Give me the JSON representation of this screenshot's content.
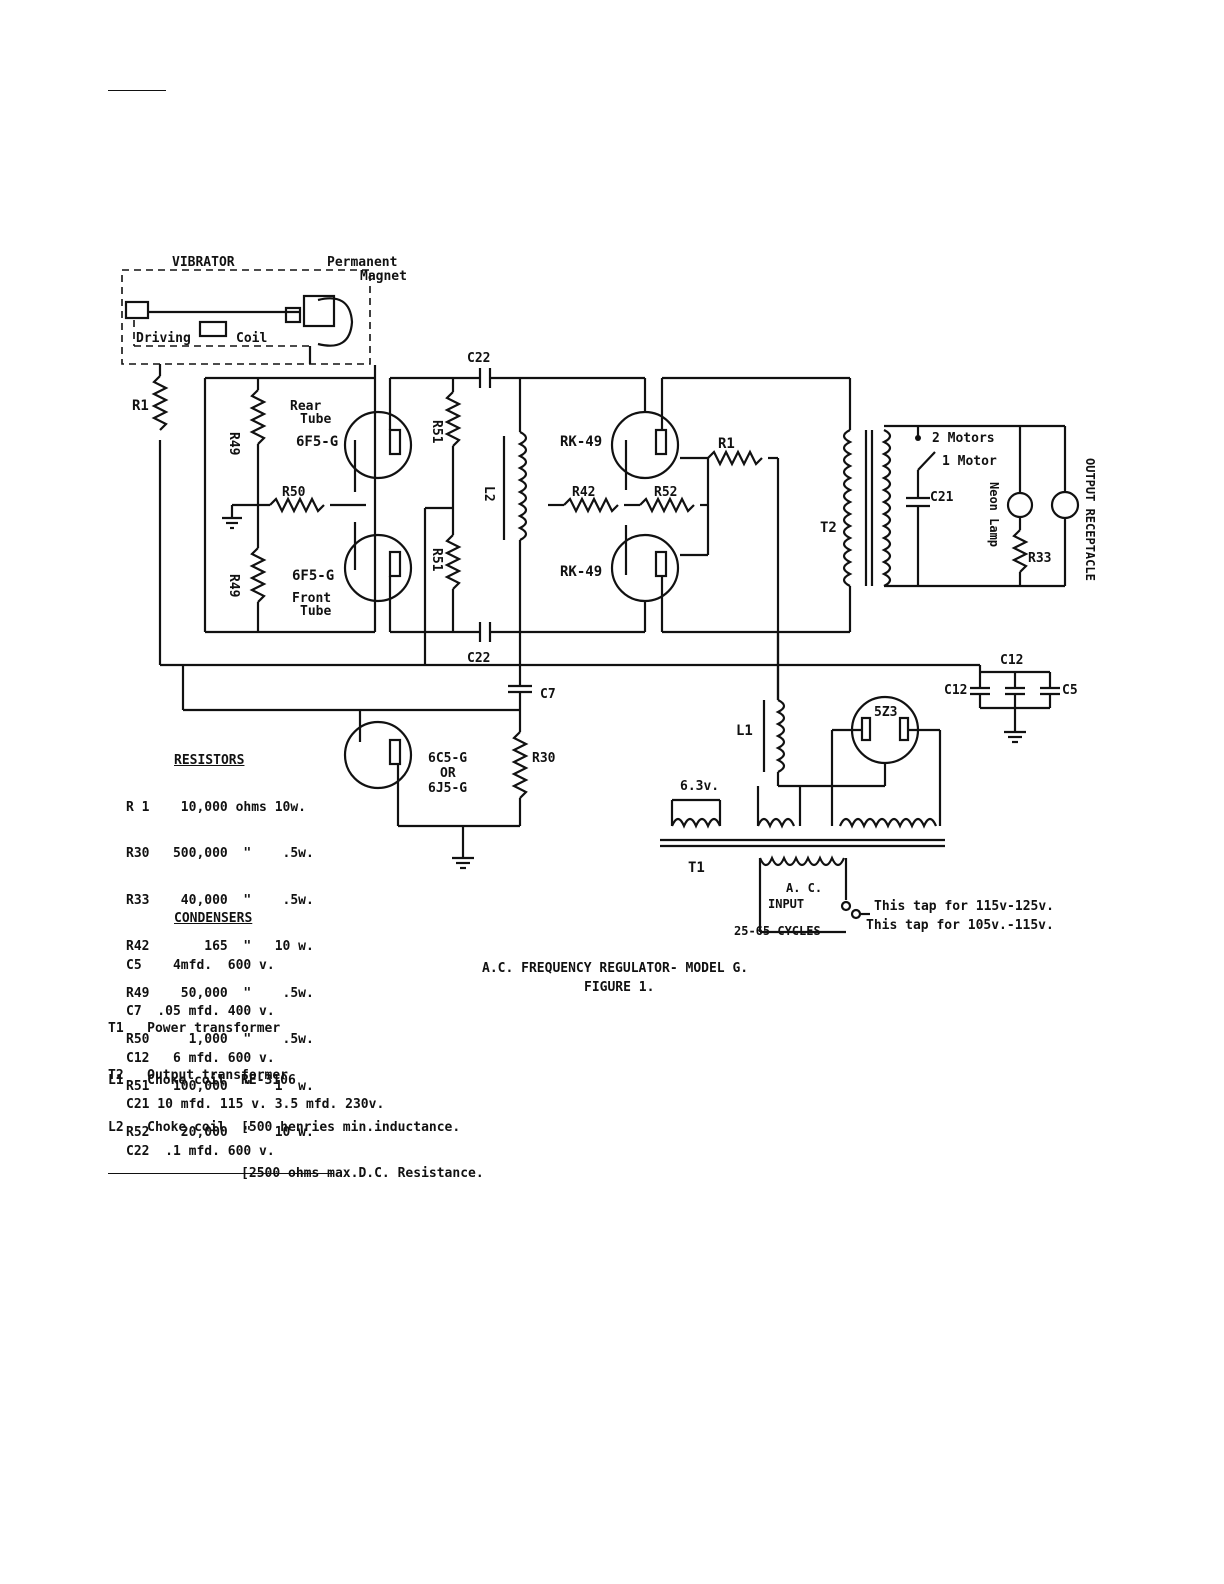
{
  "title": "A.C. FREQUENCY REGULATOR- MODEL G.",
  "figure": "FIGURE 1.",
  "labels": {
    "vibrator": "VIBRATOR",
    "permanent": "Permanent",
    "magnet": "Magnet",
    "driving": "Driving",
    "coil": "Coil",
    "r1_left": "R1",
    "r49_top": "R49",
    "r49_bot": "R49",
    "rear": "Rear",
    "tube_rear": "Tube",
    "tube_6f5_top": "6F5-G",
    "r50": "R50",
    "tube_6f5_bot": "6F5-G",
    "front": "Front",
    "tube_front": "Tube",
    "r51_top": "R51",
    "r51_bot": "R51",
    "c22_top": "C22",
    "c22_bot": "C22",
    "l2": "L2",
    "rk49_top": "RK-49",
    "rk49_bot": "RK-49",
    "r1_right": "R1",
    "r42": "R42",
    "r52": "R52",
    "t2": "T2",
    "two_motors": "2 Motors",
    "one_motor": "1 Motor",
    "c21": "C21",
    "neon_lamp": "Neon Lamp",
    "r33": "R33",
    "output_receptacle": "OUTPUT RECEPTACLE",
    "c12_top": "C12",
    "c12_left": "C12",
    "c5": "C5",
    "c7": "C7",
    "r30": "R30",
    "tube_6c5": "6C5-G",
    "or": "OR",
    "tube_6j5": "6J5-G",
    "l1": "L1",
    "tube_5z3": "5Z3",
    "v63": "6.3v.",
    "t1": "T1",
    "ac": "A. C.",
    "input": "INPUT",
    "cycles": "25-65 CYCLES",
    "tap_115": "This tap for 115v-125v.",
    "tap_105": "This tap for 105v.-115v."
  },
  "resistors": {
    "heading": "RESISTORS",
    "rows": [
      "R 1    10,000 ohms 10w.",
      "R30   500,000  \"    .5w.",
      "R33    40,000  \"    .5w.",
      "R42       165  \"   10 w.",
      "R49    50,000  \"    .5w.",
      "R50     1,000  \"    .5w.",
      "R51   100,000  \"   1  w.",
      "R52    20,000  \"   10 w."
    ]
  },
  "condensers": {
    "heading": "CONDENSERS",
    "rows": [
      "C5    4mfd.  600 v.",
      "C7  .05 mfd. 400 v.",
      "C12   6 mfd. 600 v.",
      "C21 10 mfd. 115 v. 3.5 mfd. 230v.",
      "C22  .1 mfd. 600 v."
    ]
  },
  "transformers": {
    "rows": [
      "T1   Power transformer",
      "T2   Output transformer"
    ]
  },
  "chokes": {
    "rows": [
      "L1   Choke coil  RE-3106",
      "L2   Choke coil  [500 henries min.inductance.",
      "                 [2500 ohms max.D.C. Resistance."
    ]
  }
}
